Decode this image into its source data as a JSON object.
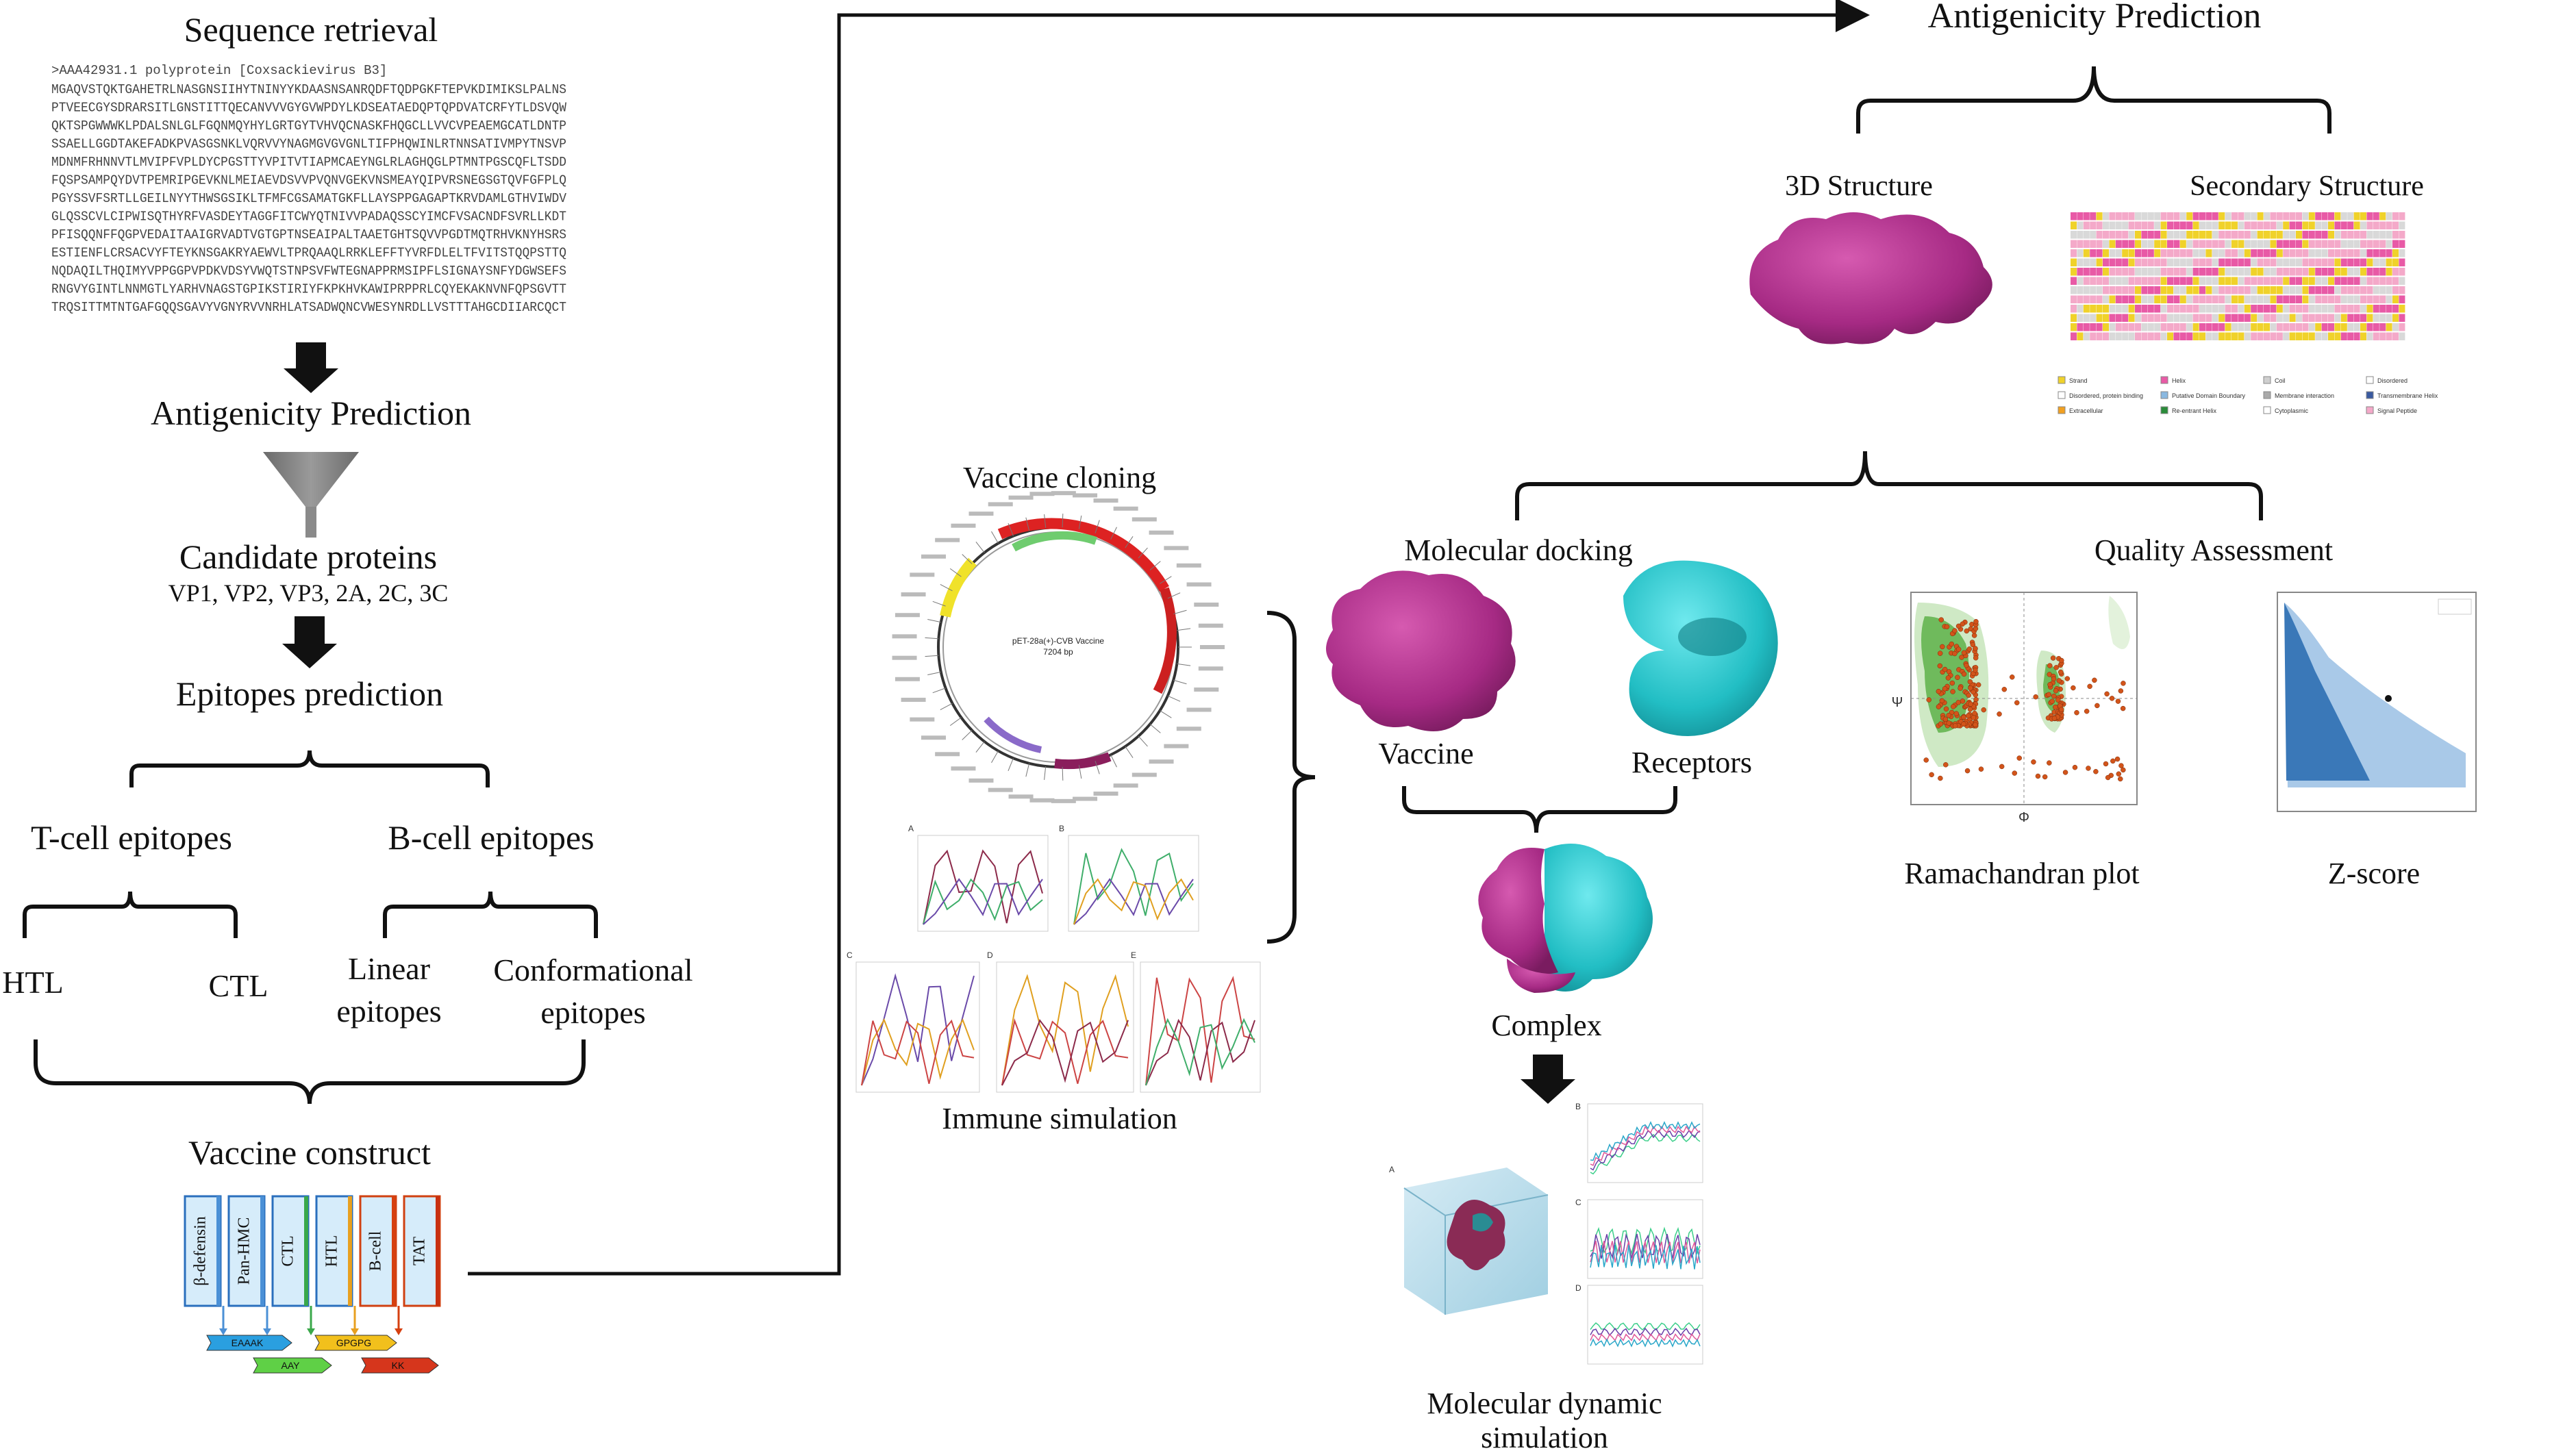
{
  "left": {
    "sequence_retrieval": "Sequence retrieval",
    "sequence_header": ">AAA42931.1 polyprotein [Coxsackievirus B3]",
    "sequence_lines": [
      "MGAQVSTQKTGAHETRLNASGNSIIHYTNINYYKDAASNSANRQDFTQDPGKFTEPVKDIMIKSLPALNS",
      "PTVEECGYSDRARSITLGNSTITTQECANVVVGYGVWPDYLKDSEATAEDQPTQPDVATCRFYTLDSVQW",
      "QKTSPGWWWKLPDALSNLGLFGQNMQYHYLGRTGYTVHVQCNASKFHQGCLLVVCVPEAEMGCATLDNTP",
      "SSAELLGGDTAKEFADKPVASGSNKLVQRVVYNAGMGVGVGNLTIFPHQWINLRTNNSATIVMPYTNSVP",
      "MDNMFRHNNVTLMVIPFVPLDYCPGSTTYVPITVTIAPMCAEYNGLRLAGHQGLPTMNTPGSCQFLTSDD",
      "FQSPSAMPQYDVTPEMRIPGEVKNLMEIAEVDSVVPVQNVGEKVNSMEAYQIPVRSNEGSGTQVFGFPLQ",
      "PGYSSVFSRTLLGEILNYYTHWSGSIKLTFMFCGSAMATGKFLLAYSPPGAGAPTKRVDAMLGTHVIWDV",
      "GLQSSCVLCIPWISQTHYRFVASDEYTAGGFITCWYQTNIVVPADAQSSCYIMCFVSACNDFSVRLLKDT",
      "PFISQQNFFQGPVEDAITAAIGRVADTVGTGPTNSEAIPALTAAETGHTSQVVPGDTMQTRHVKNYHSRS",
      "ESTIENFLCRSACVYFTEYKNSGAKRYAEWVLTPRQAAQLRRKLEFFTYVRFDLELTFVITSTQQPSTTQ",
      "NQDAQILTHQIMYVPPGGPVPDKVDSYVWQTSTNPSVFWTEGNAPPRMSIPFLSIGNAYSNFYDGWSEFS",
      "RNGVYGINTLNNMGTLYARHVNAGSTGPIKSTIRIYFKPKHVKAWIPRPPRLCQYEKAKNVNFQPSGVTT",
      "TRQSITTMTNTGAFGQQSGAVYVGNYRVVNRHLATSADWQNCVWESYNRDLLVSTTTAHGCDIIARCQCT"
    ],
    "antigenicity": "Antigenicity Prediction",
    "candidate_title": "Candidate proteins",
    "candidate_list": "VP1, VP2, VP3, 2A, 2C, 3C",
    "epitopes_prediction": "Epitopes prediction",
    "tcell": "T-cell epitopes",
    "bcell": "B-cell epitopes",
    "htl": "HTL",
    "ctl": "CTL",
    "linear_1": "Linear",
    "linear_2": "epitopes",
    "conf_1": "Conformational",
    "conf_2": "epitopes",
    "vaccine_construct": "Vaccine construct",
    "construct_blocks": [
      "β-defensin",
      "Pan-HMC",
      "CTL",
      "HTL",
      "B-cell",
      "TAT"
    ],
    "linkers": [
      "EAAAK",
      "GPGPG",
      "AAY",
      "KK"
    ]
  },
  "middle": {
    "vaccine_cloning": "Vaccine cloning",
    "plasmid_center_1": "pET-28a(+)-CVB Vaccine",
    "plasmid_center_2": "7204 bp",
    "immune_simulation": "Immune simulation",
    "panel_letters": [
      "A",
      "B",
      "C",
      "D",
      "E"
    ]
  },
  "right": {
    "antigenicity": "Antigenicity Prediction",
    "structure_3d": "3D Structure",
    "secondary_structure": "Secondary Structure",
    "molecular_docking": "Molecular docking",
    "quality_assessment": "Quality Assessment",
    "vaccine": "Vaccine",
    "receptors": "Receptors",
    "complex": "Complex",
    "ramachandran": "Ramachandran plot",
    "zscore": "Z-score",
    "md_1": "Molecular dynamic",
    "md_2": "simulation",
    "phi": "Φ",
    "psi": "Ψ",
    "ss_legend": [
      "Strand",
      "Helix",
      "Coil",
      "Disordered",
      "Disordered, protein binding",
      "Putative Domain Boundary",
      "Membrane interaction",
      "Transmembrane Helix",
      "Extracellular",
      "Re-entrant Helix",
      "Cytoplasmic",
      "Signal Peptide"
    ]
  },
  "colors": {
    "magenta": "#b5338f",
    "cyan": "#2ec9cf",
    "arrow": "#111111",
    "helix": "#e85aa6",
    "strand": "#f0d22a"
  }
}
